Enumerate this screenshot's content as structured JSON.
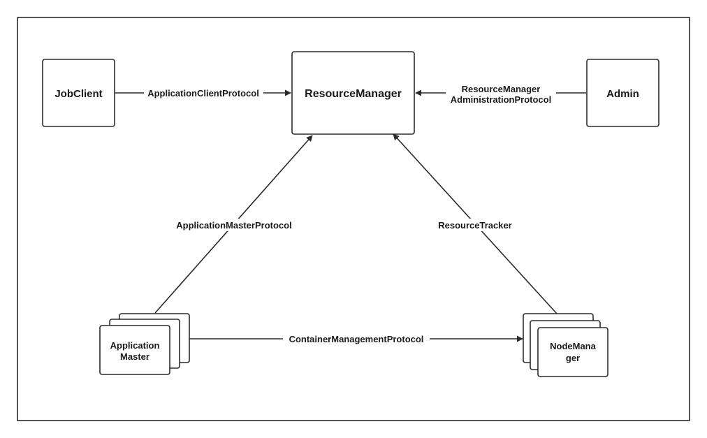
{
  "nodes": {
    "resource_manager": "ResourceManager",
    "job_client": "JobClient",
    "admin": "Admin",
    "app_master_line1": "Application",
    "app_master_line2": "Master",
    "node_manager_line1": "NodeMana",
    "node_manager_line2": "ger"
  },
  "edges": {
    "client_protocol": "ApplicationClientProtocol",
    "admin_protocol_line1": "ResourceManager",
    "admin_protocol_line2": "AdministrationProtocol",
    "master_protocol": "ApplicationMasterProtocol",
    "resource_tracker": "ResourceTracker",
    "container_protocol": "ContainerManagementProtocol"
  },
  "colors": {
    "stroke": "#2b2b2b",
    "text": "#1a1a1a",
    "background": "#ffffff"
  }
}
